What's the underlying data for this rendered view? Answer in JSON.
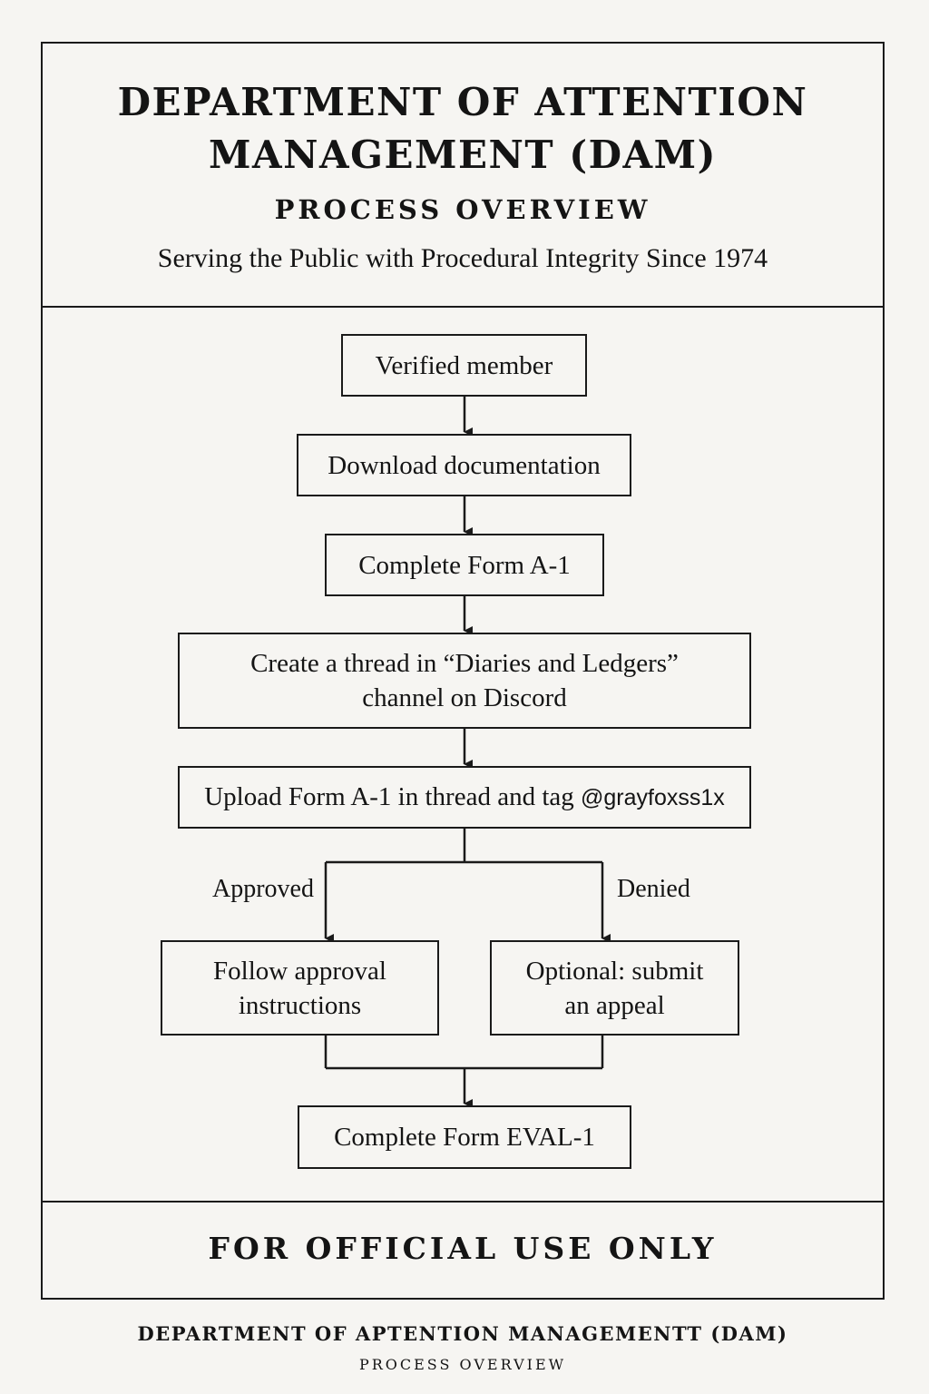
{
  "header": {
    "title_line1": "DEPARTMENT OF ATTENTION",
    "title_line2": "MANAGEMENT (DAM)",
    "subtitle": "PROCESS OVERVIEW",
    "tagline": "Serving the Public with Procedural Integrity Since 1974"
  },
  "flow": {
    "step1": "Verified member",
    "step2": "Download documentation",
    "step3": "Complete Form A-1",
    "step4_line1": "Create a thread in “Diaries and Ledgers”",
    "step4_line2": "channel on Discord",
    "step5_text": "Upload Form A-1 in thread and tag ",
    "step5_tag": "@grayfoxss1x",
    "branch_approved_label": "Approved",
    "branch_denied_label": "Denied",
    "approved_line1": "Follow approval",
    "approved_line2": "instructions",
    "denied_line1": "Optional: submit",
    "denied_line2": "an appeal",
    "final_step": "Complete Form EVAL-1"
  },
  "footer": {
    "notice": "FOR OFFICIAL USE ONLY"
  },
  "below": {
    "title": "DEPARTMENT OF APTENTION MANAGEMENTT (DAM)",
    "subtitle": "PROCESS OVERVIEW"
  },
  "colors": {
    "paper": "#f6f5f2",
    "ink": "#1a1a1a"
  }
}
